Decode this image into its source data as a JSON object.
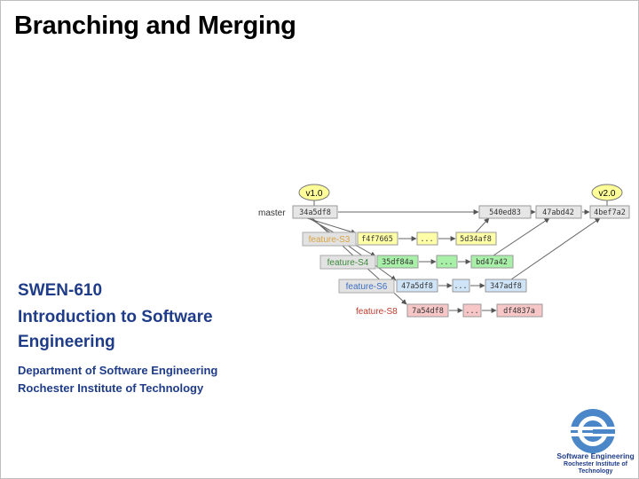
{
  "slide": {
    "title": "Branching and Merging",
    "course_code": "SWEN-610",
    "course_name": "Introduction to Software Engineering",
    "department": "Department of Software Engineering",
    "institute": "Rochester Institute of Technology"
  },
  "diagram": {
    "tags": {
      "v1": "v1.0",
      "v2": "v2.0"
    },
    "master": {
      "label": "master",
      "commits": [
        "34a5df8",
        "540ed83",
        "47abd42",
        "4bef7a2"
      ]
    },
    "branches": [
      {
        "label": "feature-S3",
        "commits": [
          "f4f7665",
          "...",
          "5d34af8"
        ]
      },
      {
        "label": "feature-S4",
        "commits": [
          "35df84a",
          "...",
          "bd47a42"
        ]
      },
      {
        "label": "feature-S6",
        "commits": [
          "47a5df8",
          "...",
          "347adf8"
        ]
      },
      {
        "label": "feature-S8",
        "commits": [
          "7a54df8",
          "...",
          "df4837a"
        ]
      }
    ],
    "colors": {
      "s3_label": "#d9a441",
      "s4_label": "#3a8a3a",
      "s6_label": "#3a6fc4",
      "s8_label": "#c0392b",
      "s3_fill": "#ffffa8",
      "s4_fill": "#a8f0a8",
      "s6_fill": "#cfe4f7",
      "s8_fill": "#f7c6c6",
      "master_fill": "#e6e6e6"
    }
  },
  "logo": {
    "icon": "software-engineering-logo-icon",
    "line1": "Software Engineering",
    "line2": "Rochester Institute of Technology"
  }
}
